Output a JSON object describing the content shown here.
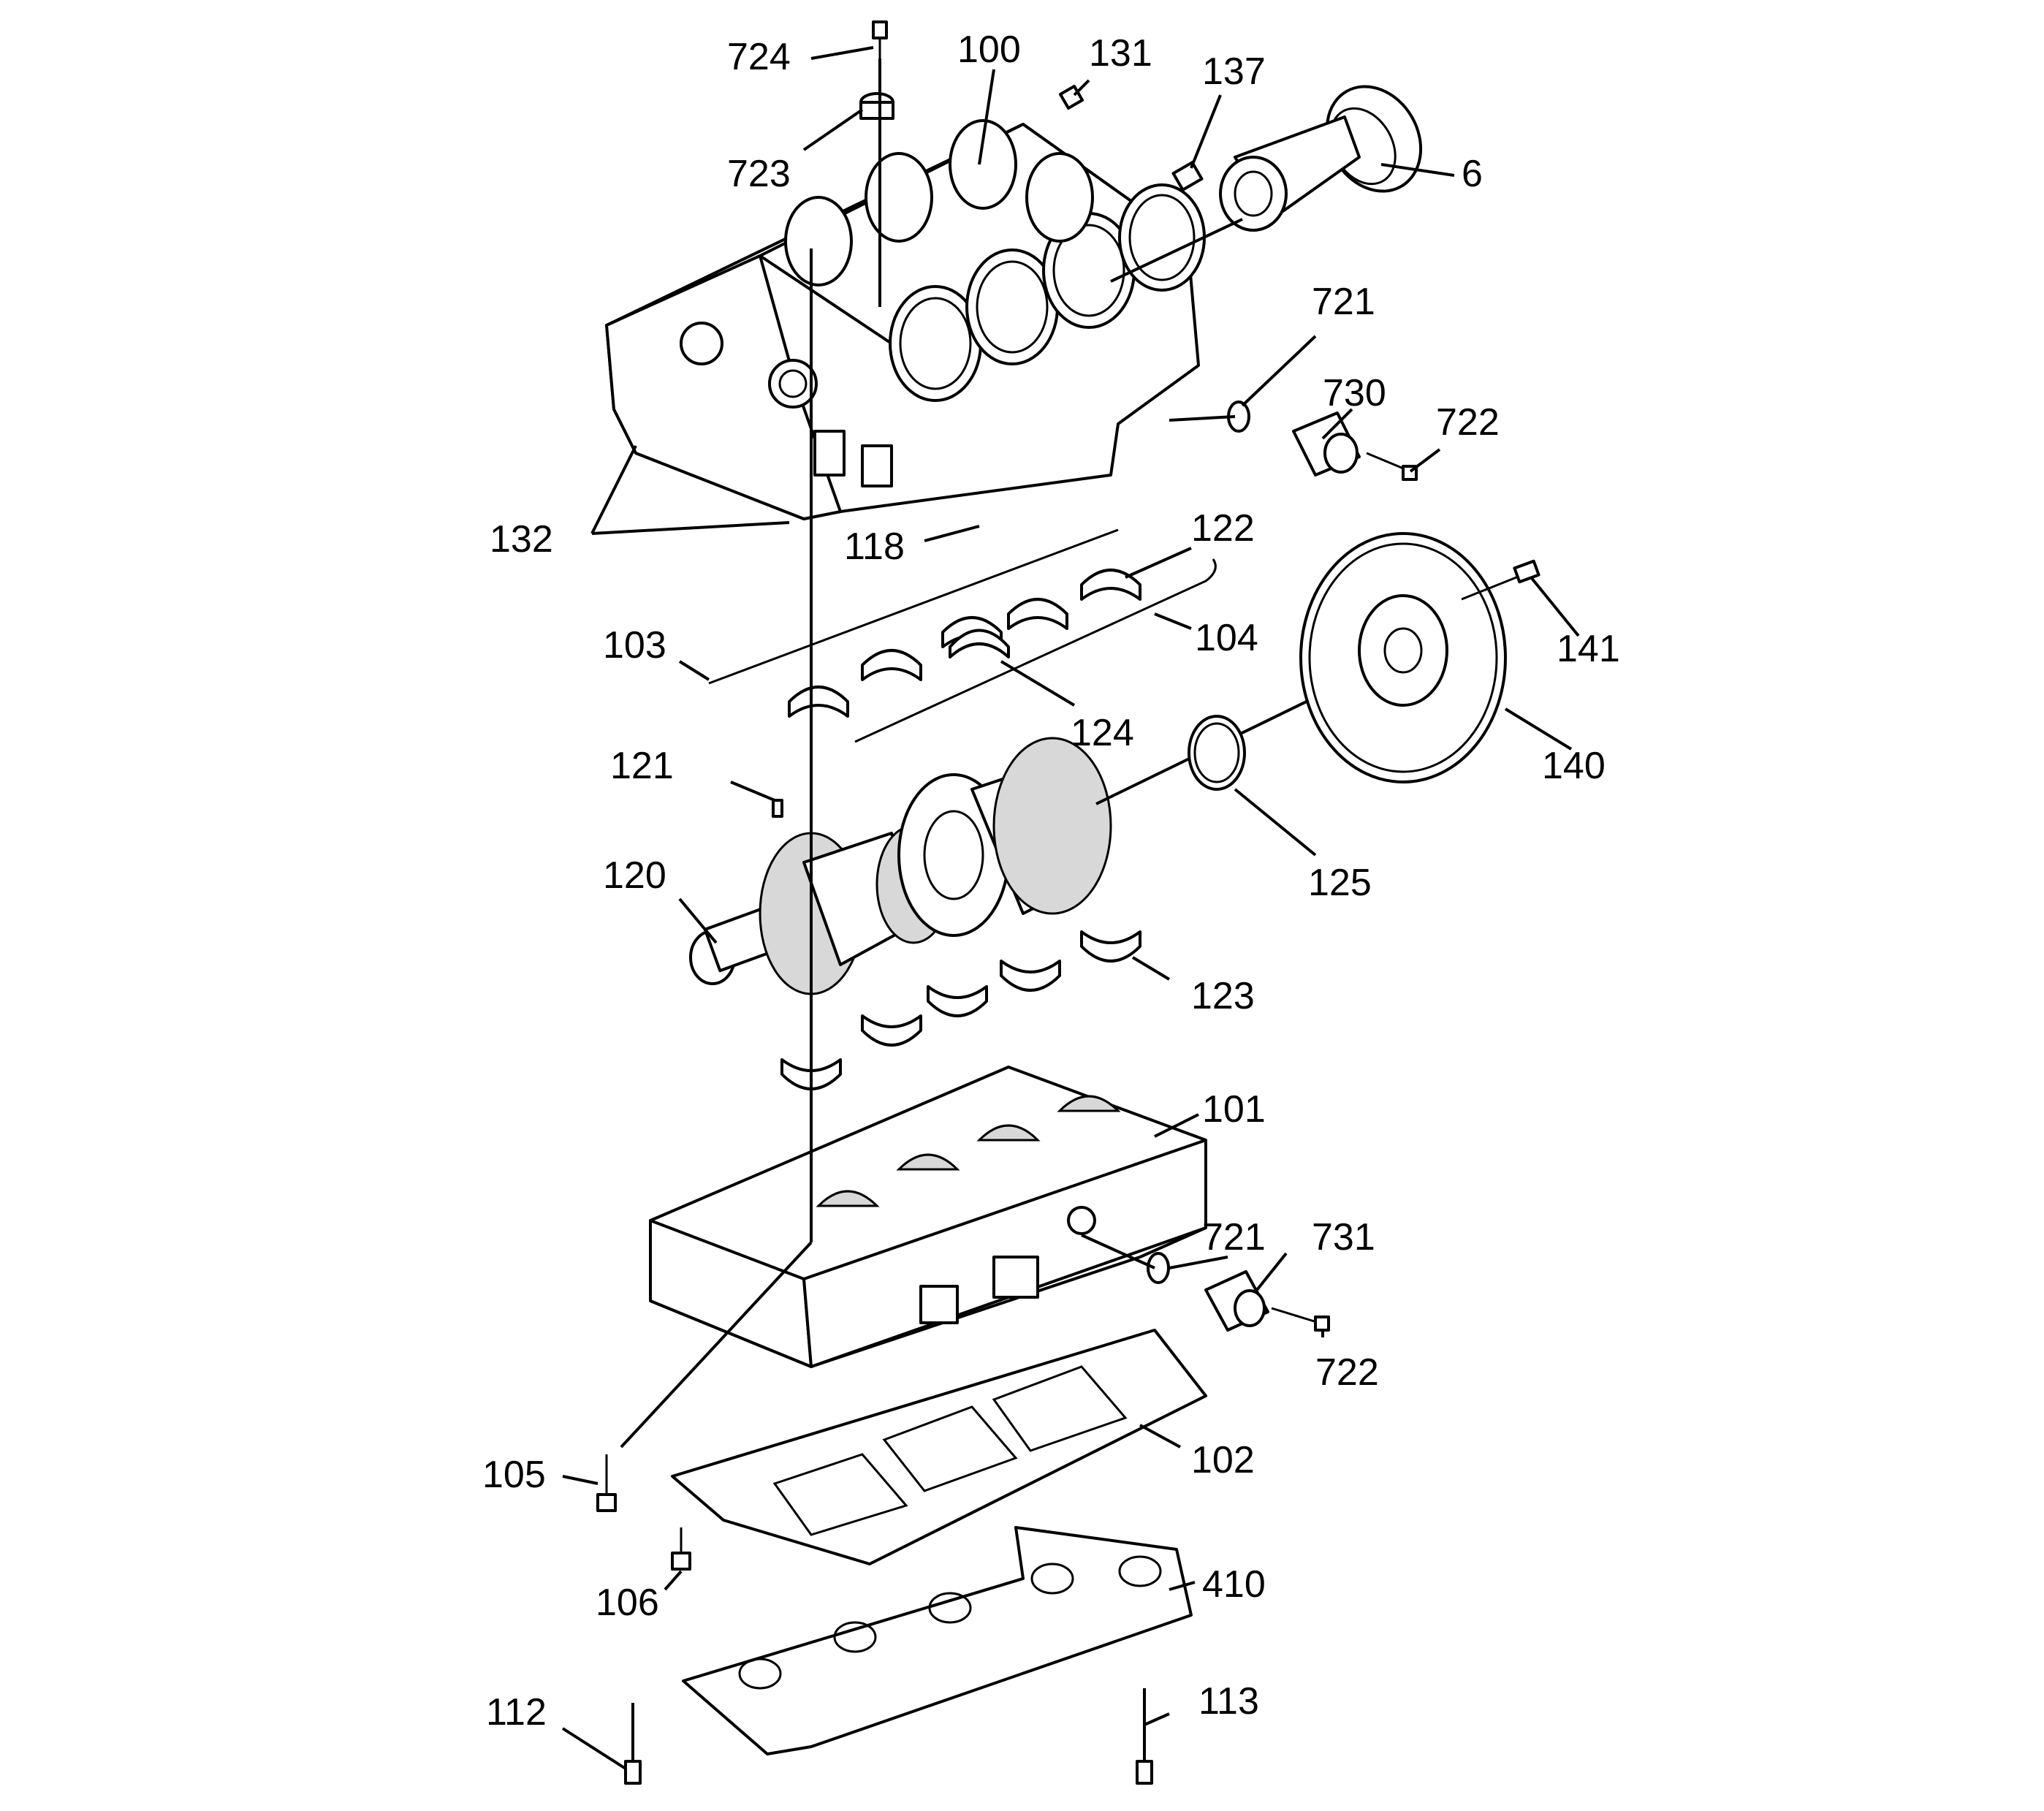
{
  "callouts": {
    "c724": "724",
    "c100": "100",
    "c131": "131",
    "c137": "137",
    "c723": "723",
    "c6": "6",
    "c721a": "721",
    "c730": "730",
    "c722a": "722",
    "c132": "132",
    "c118": "118",
    "c122": "122",
    "c103": "103",
    "c104": "104",
    "c141": "141",
    "c124": "124",
    "c121": "121",
    "c140": "140",
    "c125": "125",
    "c120": "120",
    "c123": "123",
    "c101": "101",
    "c721b": "721",
    "c731": "731",
    "c722b": "722",
    "c105": "105",
    "c102": "102",
    "c106": "106",
    "c410": "410",
    "c112": "112",
    "c113": "113"
  },
  "colors": {
    "line": "#000000",
    "background": "#ffffff",
    "shade": "#d8d8d8"
  }
}
